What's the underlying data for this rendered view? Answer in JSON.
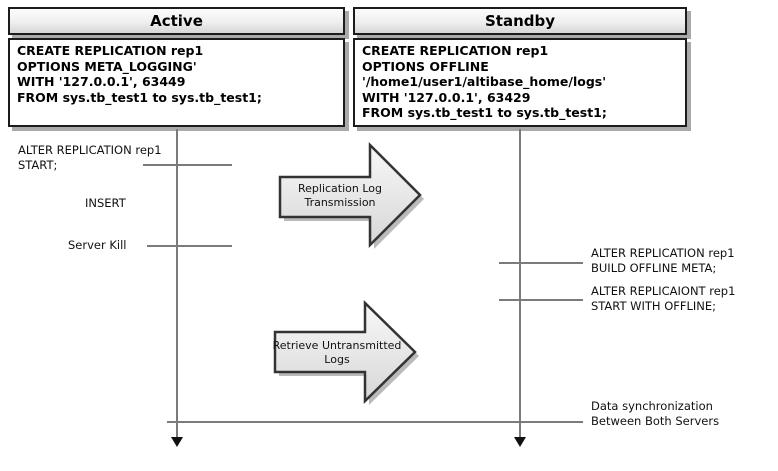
{
  "servers": {
    "active": {
      "title": "Active",
      "sql": "CREATE REPLICATION rep1\nOPTIONS META_LOGGING'\nWITH '127.0.0.1', 63449\nFROM sys.tb_test1 to sys.tb_test1;"
    },
    "standby": {
      "title": "Standby",
      "sql": "CREATE REPLICATION rep1\nOPTIONS OFFLINE\n'/home1/user1/altibase_home/logs'\nWITH '127.0.0.1', 63429\nFROM sys.tb_test1 to sys.tb_test1;"
    }
  },
  "events": {
    "active_start": "ALTER REPLICATION rep1\nSTART;",
    "insert": "INSERT",
    "server_kill": "Server Kill",
    "standby_build_meta": "ALTER REPLICATION rep1\nBUILD OFFLINE META;",
    "standby_start_offline": "ALTER REPLICAIONT rep1\nSTART WITH OFFLINE;",
    "data_sync": "Data synchronization\nBetween Both Servers"
  },
  "arrows": {
    "transmission": "Replication Log\nTransmission",
    "retrieve": "Retrieve Untransmitted\nLogs"
  },
  "colors": {
    "box_border": "#1c1c1c",
    "line_gray": "#7b7b7b",
    "shadow_gray": "#aaaaaa",
    "arrow_fill_top": "#f8f8f8",
    "arrow_fill_bottom": "#d7d7d7",
    "arrow_border": "#333333",
    "text": "#000000",
    "background": "#ffffff"
  }
}
